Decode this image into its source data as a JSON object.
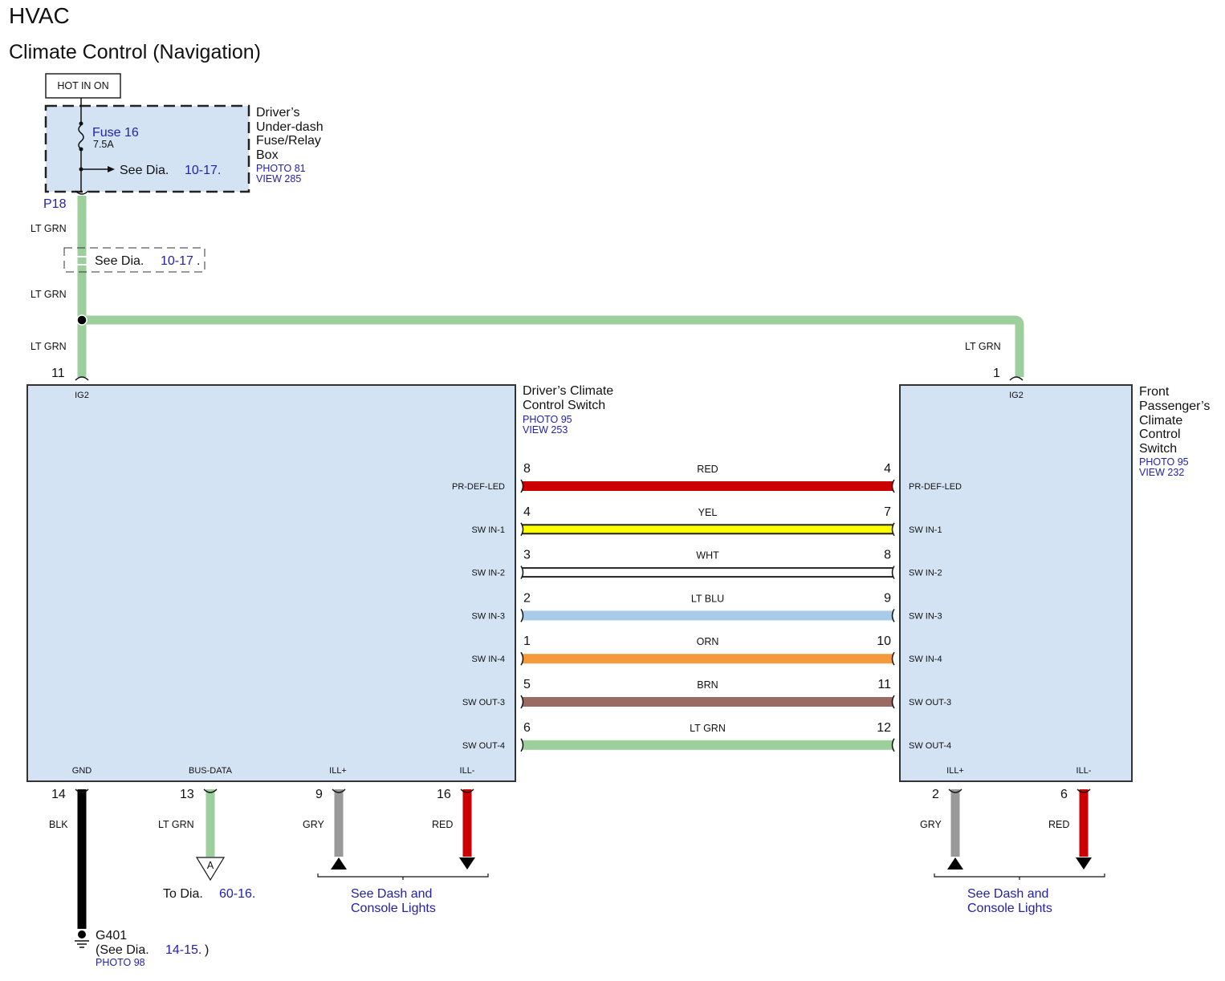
{
  "header": {
    "title": "HVAC",
    "subtitle": "Climate Control (Navigation)"
  },
  "power": {
    "label": "HOT IN ON"
  },
  "fuse_box": {
    "name_lines": [
      "Driver’s",
      "Under-dash",
      "Fuse/Relay",
      "Box"
    ],
    "photo": "PHOTO 81",
    "view": "VIEW 285",
    "fuse_name": "Fuse 16",
    "fuse_rating": "7.5A",
    "see_prefix": "See  Dia.",
    "see_ref": "10-17.",
    "connector": "P18"
  },
  "feed": {
    "wire_upper": "LT GRN",
    "wire_mid": "LT GRN",
    "wire_lower": "LT GRN",
    "wire_right": "LT GRN",
    "see_prefix": "See  Dia.",
    "see_ref": "10-17",
    "see_dot": "."
  },
  "driver_switch": {
    "name_lines": [
      "Driver’s Climate",
      "Control Switch"
    ],
    "photo": "PHOTO 95",
    "view": "VIEW 253",
    "top_pin": {
      "num": "11",
      "label": "IG2"
    },
    "bottom_pins": [
      {
        "num": "14",
        "label": "GND",
        "wire": "BLK"
      },
      {
        "num": "13",
        "label": "BUS-DATA",
        "wire": "LT GRN"
      },
      {
        "num": "9",
        "label": "ILL+",
        "wire": "GRY"
      },
      {
        "num": "16",
        "label": "ILL-",
        "wire": "RED"
      }
    ]
  },
  "passenger_switch": {
    "name_lines": [
      "Front",
      "Passenger’s",
      "Climate",
      "Control",
      "Switch"
    ],
    "photo": "PHOTO 95",
    "view": "VIEW 232",
    "top_pin": {
      "num": "1",
      "label": "IG2"
    },
    "bottom_pins": [
      {
        "num": "2",
        "label": "ILL+",
        "wire": "GRY"
      },
      {
        "num": "6",
        "label": "ILL-",
        "wire": "RED"
      }
    ]
  },
  "links": [
    {
      "left_pin": "8",
      "right_pin": "4",
      "signal": "PR-DEF-LED",
      "wire": "RED",
      "color": "#cc0000"
    },
    {
      "left_pin": "4",
      "right_pin": "7",
      "signal": "SW IN-1",
      "wire": "YEL",
      "color": "#ffff00"
    },
    {
      "left_pin": "3",
      "right_pin": "8",
      "signal": "SW IN-2",
      "wire": "WHT",
      "color": "#ffffff"
    },
    {
      "left_pin": "2",
      "right_pin": "9",
      "signal": "SW IN-3",
      "wire": "LT BLU",
      "color": "#a8cbea"
    },
    {
      "left_pin": "1",
      "right_pin": "10",
      "signal": "SW IN-4",
      "wire": "ORN",
      "color": "#f59a3c"
    },
    {
      "left_pin": "5",
      "right_pin": "11",
      "signal": "SW OUT-3",
      "wire": "BRN",
      "color": "#9a6a62"
    },
    {
      "left_pin": "6",
      "right_pin": "12",
      "signal": "SW OUT-4",
      "wire": "LT GRN",
      "color": "#9dcf9d"
    }
  ],
  "bus_ref": {
    "connector": "A",
    "prefix": "To Dia.",
    "ref": "60-16."
  },
  "ground": {
    "name": "G401",
    "see_prefix": "(See Dia.",
    "see_ref": "14-15.",
    "see_suffix": ")",
    "photo": "PHOTO 98"
  },
  "dash_refs": {
    "left": [
      "See Dash and",
      "Console Lights"
    ],
    "right": [
      "See Dash and",
      "Console Lights"
    ]
  },
  "colors": {
    "box_fill": "#d3e3f4",
    "lt_grn": "#9dcf9d",
    "red": "#cc0000",
    "gry": "#999999",
    "blk": "#000000",
    "ref_text": "#2222aa"
  }
}
